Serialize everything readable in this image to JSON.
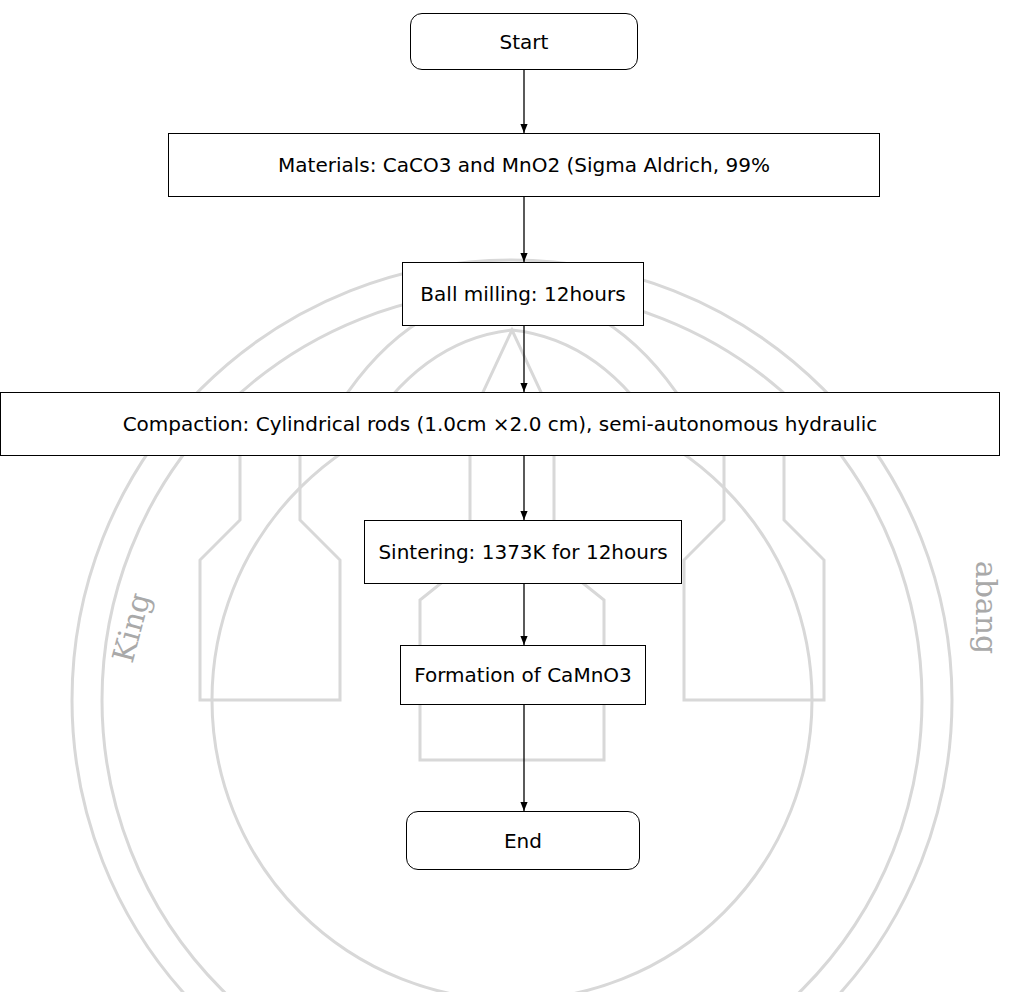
{
  "diagram": {
    "nodes": [
      {
        "text": [
          "Start"
        ]
      },
      {
        "text": [
          "Materials: CaCO3 and MnO2 (Sigma Aldrich, 99%"
        ]
      },
      {
        "text": [
          "Ball milling: 12hours"
        ]
      },
      {
        "text": [
          "Compaction: Cylindrical rods (1.0cm ×2.0 cm), semi-autonomous hydraulic"
        ]
      },
      {
        "text": [
          "Sintering: 1373K for 12hours"
        ]
      },
      {
        "text": [
          "Formation of CaMnO3"
        ]
      },
      {
        "text": [
          "End"
        ]
      }
    ],
    "edges": [
      {
        "from": 0,
        "to": 1,
        "arrow": "to"
      },
      {
        "from": 1,
        "to": 2,
        "arrow": "to"
      },
      {
        "from": 2,
        "to": 3,
        "arrow": "to"
      },
      {
        "from": 3,
        "to": 4,
        "arrow": "to"
      },
      {
        "from": 4,
        "to": 5,
        "arrow": "to"
      },
      {
        "from": 5,
        "to": 6,
        "arrow": "to"
      }
    ],
    "labels": [
      "King",
      "abang"
    ]
  }
}
